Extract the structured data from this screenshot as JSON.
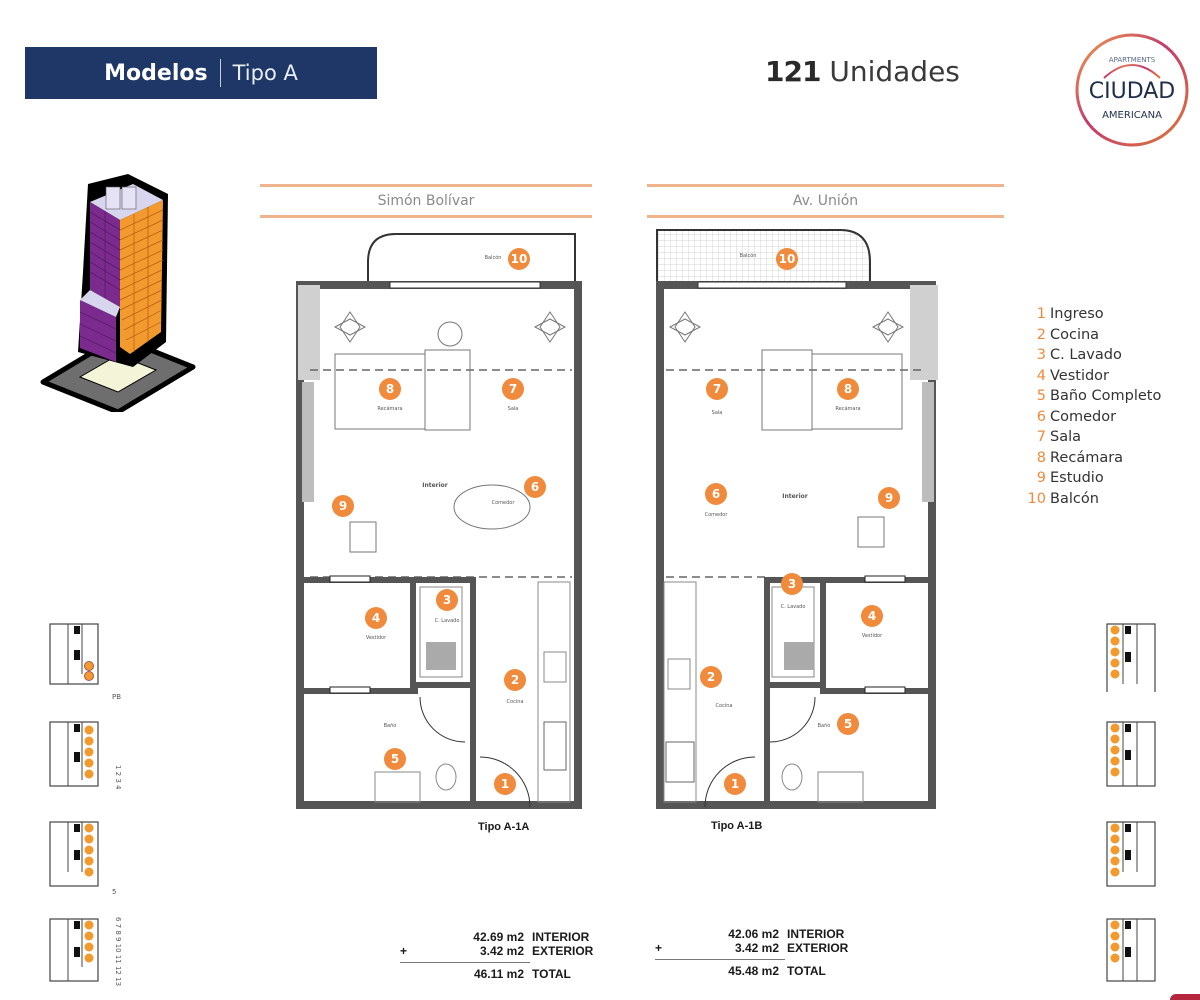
{
  "header": {
    "title_bold": "Modelos",
    "title_light": "Tipo A",
    "units_count": "121",
    "units_label": "Unidades",
    "banner_color": "#1f3766"
  },
  "logo": {
    "top_text": "APARTMENTS",
    "main_text": "CIUDAD",
    "sub_text": "AMERICANA"
  },
  "streets": {
    "left": "Simón Bolívar",
    "right": "Av. Unión"
  },
  "plans": [
    {
      "caption": "Tipo A-1A",
      "interior_label": "Interior",
      "rooms": {
        "balcony": "Balcón",
        "bedroom": "Recámara",
        "living": "Sala",
        "dining": "Comedor",
        "laundry": "C. Lavado",
        "closet": "Vestidor",
        "kitchen": "Cocina",
        "bath": "Baño"
      },
      "areas": {
        "interior": "42.69 m2",
        "exterior": "3.42 m2",
        "total": "46.11 m2"
      }
    },
    {
      "caption": "Tipo A-1B",
      "interior_label": "Interior",
      "rooms": {
        "balcony": "Balcón",
        "bedroom": "Recámara",
        "living": "Sala",
        "dining": "Comedor",
        "laundry": "C. Lavado",
        "closet": "Vestidor",
        "kitchen": "Cocina",
        "bath": "Baño"
      },
      "areas": {
        "interior": "42.06 m2",
        "exterior": "3.42 m2",
        "total": "45.48 m2"
      }
    }
  ],
  "area_labels": {
    "interior": "INTERIOR",
    "exterior": "EXTERIOR",
    "total": "TOTAL",
    "plus": "+"
  },
  "legend": [
    {
      "n": "1",
      "label": "Ingreso"
    },
    {
      "n": "2",
      "label": "Cocina"
    },
    {
      "n": "3",
      "label": "C. Lavado"
    },
    {
      "n": "4",
      "label": "Vestidor"
    },
    {
      "n": "5",
      "label": "Baño Completo"
    },
    {
      "n": "6",
      "label": "Comedor"
    },
    {
      "n": "7",
      "label": "Sala"
    },
    {
      "n": "8",
      "label": "Recámara"
    },
    {
      "n": "9",
      "label": "Estudio"
    },
    {
      "n": "10",
      "label": "Balcón"
    }
  ],
  "keyplans_left": [
    {
      "floor": "PB",
      "dots": 2
    },
    {
      "floor": "1 2 3 4",
      "dots": 5
    },
    {
      "floor": "5",
      "dots": 5
    },
    {
      "floor": "6 7 8 9 10 11 12 13",
      "dots": 4
    }
  ],
  "keyplans_right": [
    {
      "dots": 5
    },
    {
      "dots": 5
    },
    {
      "dots": 5
    },
    {
      "dots": 4
    }
  ],
  "colors": {
    "accent_orange": "#f08a3c",
    "street_rule": "#efb48c",
    "building_purple": "#7b2a8e",
    "building_orange": "#f39a2e",
    "wall_dark": "#555555"
  }
}
